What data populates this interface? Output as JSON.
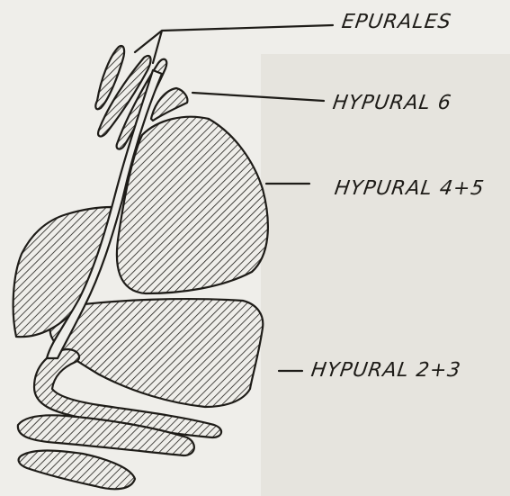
{
  "figure": {
    "labels": {
      "epurales": "EPURALES",
      "hypural_6": "HYPURAL 6",
      "hypural_4_5": "HYPURAL 4+5",
      "hypural_2_3": "HYPURAL 2+3"
    },
    "colors": {
      "paper": "#efeeea",
      "ink": "#1e1c18"
    }
  }
}
